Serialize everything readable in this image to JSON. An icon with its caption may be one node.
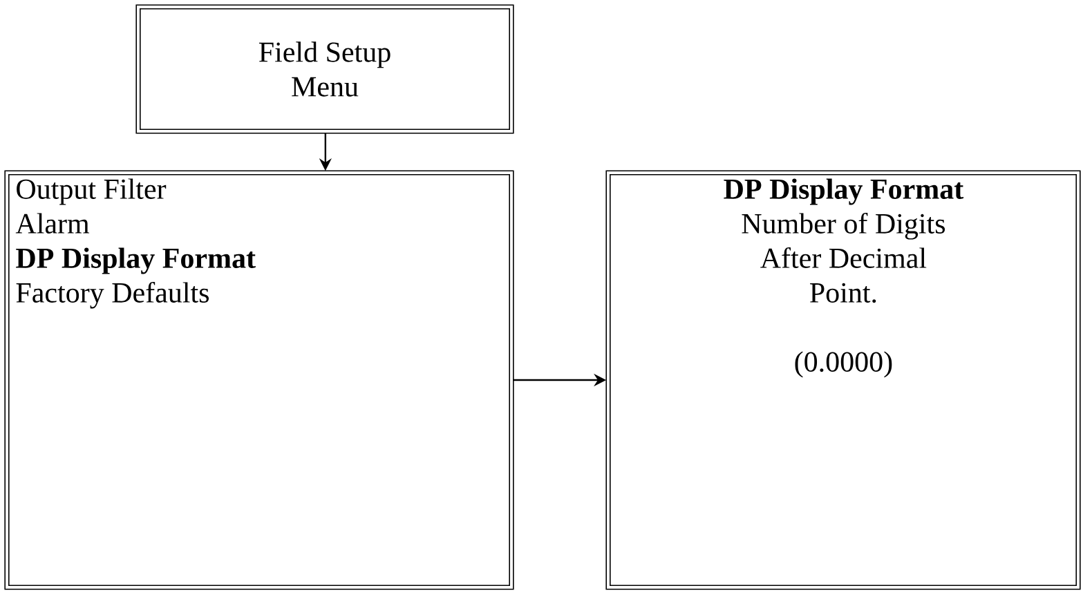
{
  "diagram": {
    "nodes": [
      {
        "text": [
          "Field Setup Menu"
        ]
      },
      {
        "text": [
          "Output Filter",
          "Alarm",
          "**DP Display Format**",
          "Factory Defaults"
        ]
      },
      {
        "text": [
          "**DP Display Format**",
          "Number of Digits After Decimal Point.",
          "(0.0000)"
        ]
      }
    ],
    "edges": [
      {
        "from": 0,
        "to": 1,
        "arrow": "to"
      },
      {
        "from": 1,
        "to": 2,
        "arrow": "to"
      }
    ]
  }
}
